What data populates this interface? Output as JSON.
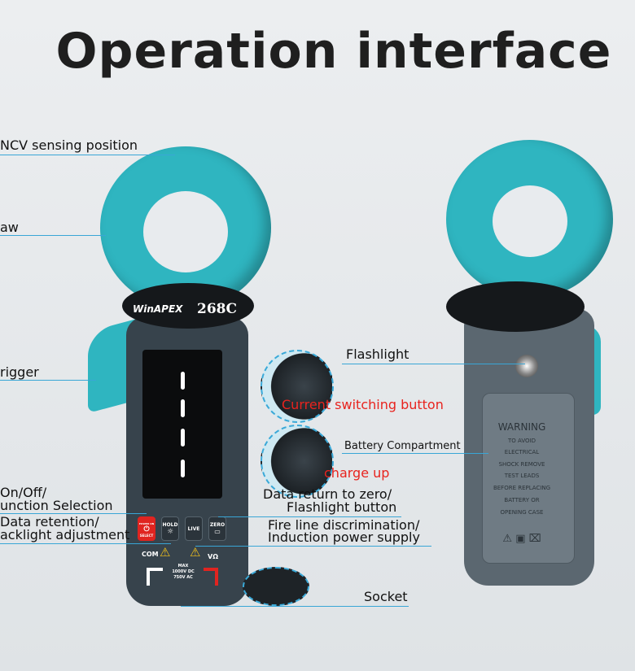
{
  "title": "Operation interface",
  "device": {
    "brand": "WinAPEX",
    "model": "268C",
    "buttons": [
      {
        "top": "POWER ON",
        "label": "SELECT"
      },
      {
        "label": "HOLD",
        "sub": "☼"
      },
      {
        "label": "LIVE"
      },
      {
        "label": "ZERO",
        "sub": "▭"
      }
    ],
    "terminals": {
      "com": "COM",
      "vohm": "VΩ",
      "max": "MAX",
      "max_dc": "1000V DC",
      "max_ac": "750V AC"
    }
  },
  "warning": {
    "heading": "WARNING",
    "lines": [
      "TO AVOID",
      "ELECTRICAL",
      "SHOCK REMOVE",
      "TEST LEADS",
      "BEFORE REPLACING",
      "BATTERY OR",
      "OPENING CASE"
    ]
  },
  "labels": {
    "ncv": "NCV sensing position",
    "jaw": "aw",
    "trigger": "rigger",
    "onoff_1": "On/Off/",
    "onoff_2": "unction Selection",
    "hold_1": "Data retention/",
    "hold_2": "acklight adjustment",
    "flashlight": "Flashlight",
    "current_switch": "Current switching button",
    "battery": "Battery Compartment",
    "charge": "charge up",
    "zero_1": "Data return to zero/",
    "zero_2": "Flashlight button",
    "live_1": "Fire line discrimination/",
    "live_2": "Induction power supply",
    "socket": "Socket"
  },
  "colors": {
    "teal": "#2fb5c0",
    "line": "#39a6d6",
    "red": "#e8231e"
  }
}
